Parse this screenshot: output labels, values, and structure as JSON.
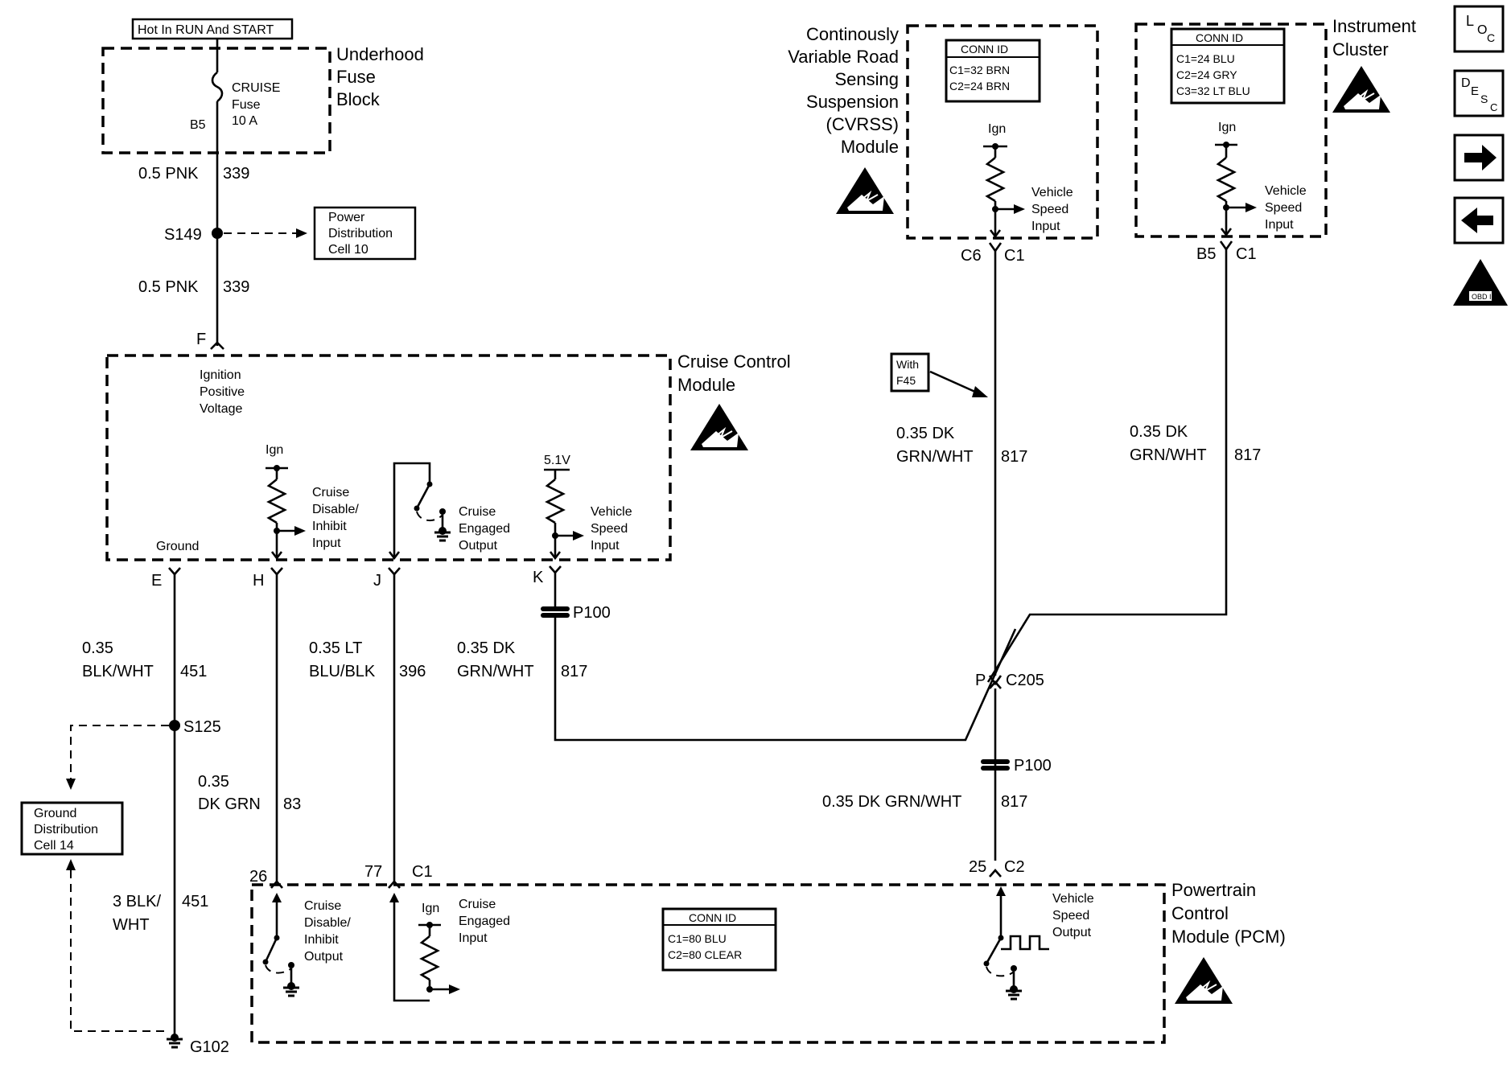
{
  "supply": {
    "hot_label": "Hot In RUN And START",
    "fuse_block": [
      "Underhood",
      "Fuse",
      "Block"
    ],
    "fuse": [
      "CRUISE",
      "Fuse",
      "10 A"
    ],
    "fuse_pin": "B5",
    "wire1": "0.5 PNK",
    "circuit1": "339",
    "splice": "S149",
    "power_dist": [
      "Power",
      "Distribution",
      "Cell 10"
    ],
    "wire2": "0.5 PNK",
    "circuit2": "339",
    "pin_f": "F"
  },
  "ccm": {
    "name": [
      "Cruise Control",
      "Module"
    ],
    "ign_pos": [
      "Ignition",
      "Positive",
      "Voltage"
    ],
    "ign": "Ign",
    "disable": [
      "Cruise",
      "Disable/",
      "Inhibit",
      "Input"
    ],
    "engaged": [
      "Cruise",
      "Engaged",
      "Output"
    ],
    "v51": "5.1V",
    "vss": [
      "Vehicle",
      "Speed",
      "Input"
    ],
    "ground": "Ground",
    "pins": [
      "E",
      "H",
      "J",
      "K"
    ]
  },
  "wires": {
    "e_gauge": "0.35",
    "e_color": "BLK/WHT",
    "e_circuit": "451",
    "s125": "S125",
    "ground_dist": [
      "Ground",
      "Distribution",
      "Cell 14"
    ],
    "h_gauge": "0.35",
    "h_color": "DK GRN",
    "h_circuit": "83",
    "j_gauge": "0.35 LT",
    "j_color": "BLU/BLK",
    "j_circuit": "396",
    "k_gauge": "0.35 DK",
    "k_color": "GRN/WHT",
    "k_circuit": "817",
    "p100": "P100",
    "g_gauge": "3 BLK/",
    "g_color": "WHT",
    "g_circuit": "451",
    "g102": "G102"
  },
  "cvrss": {
    "name": [
      "Continously",
      "Variable Road",
      "Sensing",
      "Suspension",
      "(CVRSS)",
      "Module"
    ],
    "conn_title": "CONN ID",
    "conn": [
      "C1=32 BRN",
      "C2=24 BRN"
    ],
    "ign": "Ign",
    "vss": [
      "Vehicle",
      "Speed",
      "Input"
    ],
    "pin": "C6",
    "conn_pin": "C1",
    "with_label": [
      "With",
      "F45"
    ],
    "wire_gauge": "0.35 DK",
    "wire_color": "GRN/WHT",
    "wire_circuit": "817"
  },
  "cluster": {
    "name": [
      "Instrument",
      "Cluster"
    ],
    "conn_title": "CONN ID",
    "conn": [
      "C1=24 BLU",
      "C2=24 GRY",
      "C3=32 LT BLU"
    ],
    "ign": "Ign",
    "vss": [
      "Vehicle",
      "Speed",
      "Input"
    ],
    "pin": "B5",
    "conn_pin": "C1",
    "wire_gauge": "0.35 DK",
    "wire_color": "GRN/WHT",
    "wire_circuit": "817"
  },
  "junction": {
    "pin": "P",
    "connector": "C205",
    "p100": "P100",
    "wire": "0.35 DK GRN/WHT",
    "circuit": "817"
  },
  "pcm": {
    "name": [
      "Powertrain",
      "Control",
      "Module (PCM)"
    ],
    "pin26": "26",
    "pin77": "77",
    "c1": "C1",
    "pin25": "25",
    "c2": "C2",
    "disable": [
      "Cruise",
      "Disable/",
      "Inhibit",
      "Output"
    ],
    "ign": "Ign",
    "engaged": [
      "Cruise",
      "Engaged",
      "Input"
    ],
    "conn_title": "CONN ID",
    "conn": [
      "C1=80 BLU",
      "C2=80 CLEAR"
    ],
    "vss": [
      "Vehicle",
      "Speed",
      "Output"
    ]
  },
  "nav": {
    "loc": [
      "L",
      "O",
      "C"
    ],
    "desc": [
      "D",
      "E",
      "S",
      "C"
    ],
    "obd": "OBD II",
    "icons": [
      "next-arrow-icon",
      "previous-arrow-icon",
      "esd-warning-icon"
    ]
  }
}
